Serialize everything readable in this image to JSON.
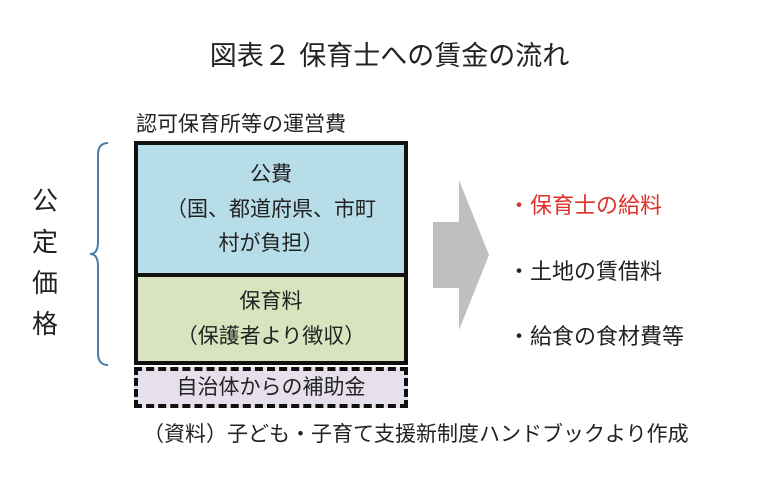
{
  "title": "図表２ 保育士への賃金の流れ",
  "header": "認可保育所等の運営費",
  "vertical_label": [
    "公",
    "定",
    "価",
    "格"
  ],
  "boxes": {
    "public": [
      "公費",
      "（国、都道府県、市町",
      "村が負担）"
    ],
    "fee": [
      "保育料",
      "（保護者より徴収）"
    ],
    "subsidy": "自治体からの補助金"
  },
  "outputs": [
    "・保育士の給料",
    "・土地の賃借料",
    "・給食の食材費等"
  ],
  "source": "（資料）子ども・子育て支援新制度ハンドブックより作成",
  "colors": {
    "public_fill": "#b7dde8",
    "fee_fill": "#d7e4bd",
    "subsidy_fill": "#e6e0ec",
    "highlight": "#e0302a",
    "arrow": "#bfbfbf",
    "brace": "#4a7ea8"
  }
}
